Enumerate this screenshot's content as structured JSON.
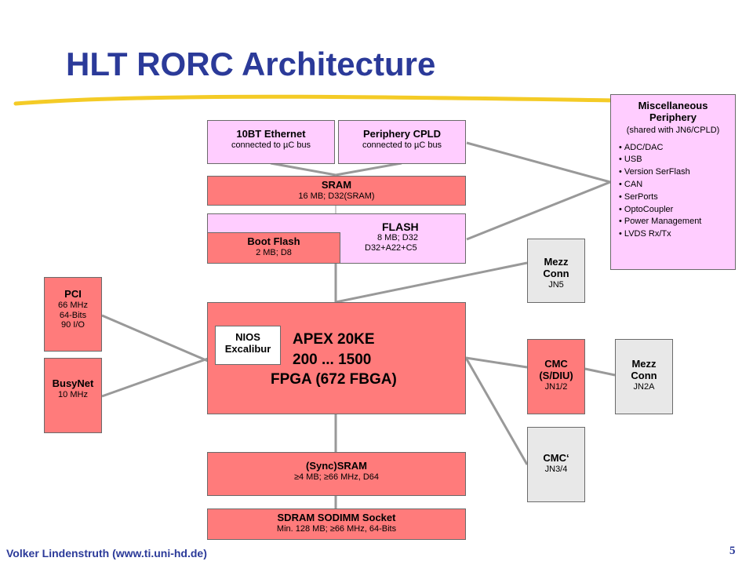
{
  "title": "HLT RORC Architecture",
  "colors": {
    "title": "#2b3a99",
    "component_red": "#ff7b7b",
    "component_pink": "#ffcdff",
    "connector_gray": "#e8e8e8",
    "wire": "#999999",
    "underline_accent": "#f2c200"
  },
  "boxes": {
    "ethernet": {
      "title": "10BT Ethernet",
      "sub": "connected to µC bus"
    },
    "cpld": {
      "title": "Periphery CPLD",
      "sub": "connected to µC bus"
    },
    "sram": {
      "title": "SRAM",
      "sub": "16 MB; D32(SRAM)"
    },
    "flash": {
      "title": "FLASH",
      "sub1": "8 MB; D32",
      "sub2": "D32+A22+C5"
    },
    "bootflash": {
      "title": "Boot Flash",
      "sub": "2 MB; D8"
    },
    "misc": {
      "title": "Miscellaneous Periphery",
      "sub": "(shared with JN6/CPLD)",
      "items": [
        "ADC/DAC",
        "USB",
        "Version SerFlash",
        "CAN",
        "SerPorts",
        "OptoCoupler",
        "Power Management",
        "LVDS Rx/Tx"
      ]
    },
    "mezz1": {
      "title1": "Mezz",
      "title2": "Conn",
      "sub": "JN5"
    },
    "pci": {
      "title": "PCI",
      "sub1": "66 MHz",
      "sub2": "64-Bits",
      "sub3": "90 I/O"
    },
    "busynet": {
      "title": "BusyNet",
      "sub": "10 MHz"
    },
    "fpga": {
      "line1": "APEX 20KE",
      "line2": "200 ... 1500",
      "line3": "FPGA (672 FBGA)"
    },
    "nios": {
      "line1": "NIOS",
      "line2": "Excalibur"
    },
    "cmc": {
      "title1": "CMC",
      "title2": "(S/DIU)",
      "sub": "JN1/2"
    },
    "mezz2": {
      "title1": "Mezz",
      "title2": "Conn",
      "sub": "JN2A"
    },
    "cmc2": {
      "title": "CMC‘",
      "sub": "JN3/4"
    },
    "syncsram": {
      "title": "(Sync)SRAM",
      "sub": "≥4 MB; ≥66 MHz, D64"
    },
    "sdram": {
      "title": "SDRAM SODIMM Socket",
      "sub": "Min. 128 MB; ≥66 MHz, 64-Bits"
    }
  },
  "footer": {
    "author": "Volker Lindenstruth (www.ti.uni-hd.de)",
    "page": "5"
  }
}
